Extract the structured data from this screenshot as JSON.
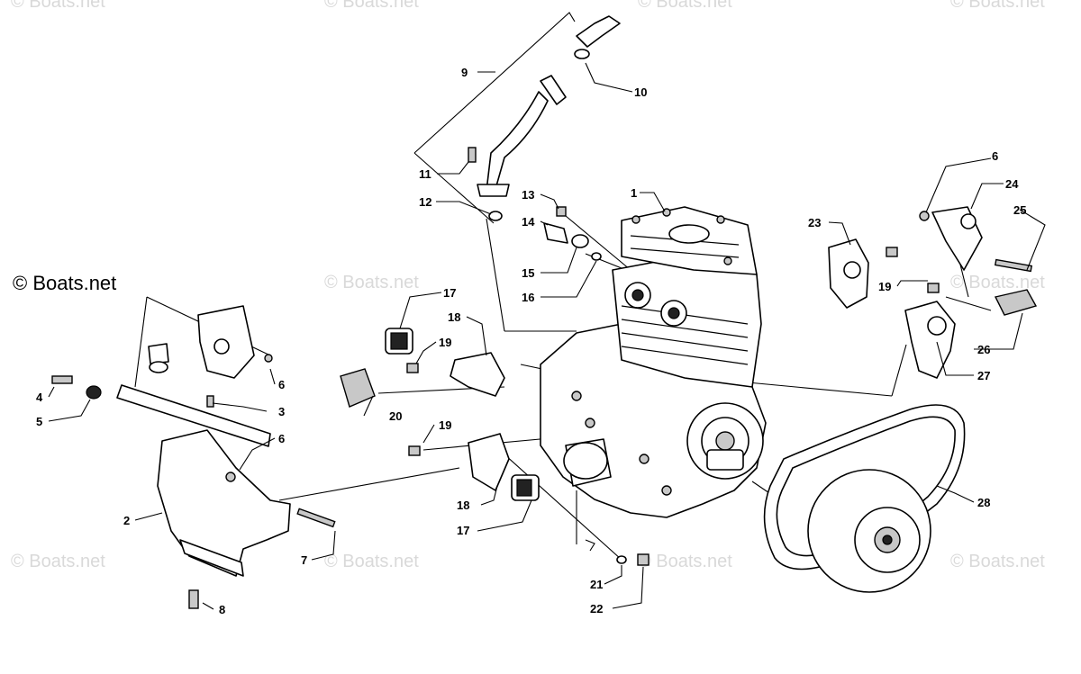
{
  "credit": "© Boats.net",
  "watermark": "© Boats.net",
  "callouts": [
    {
      "id": "c1",
      "label": "1"
    },
    {
      "id": "c2",
      "label": "2"
    },
    {
      "id": "c3",
      "label": "3"
    },
    {
      "id": "c4",
      "label": "4"
    },
    {
      "id": "c5",
      "label": "5"
    },
    {
      "id": "c6a",
      "label": "6"
    },
    {
      "id": "c6b",
      "label": "6"
    },
    {
      "id": "c6c",
      "label": "6"
    },
    {
      "id": "c7",
      "label": "7"
    },
    {
      "id": "c8",
      "label": "8"
    },
    {
      "id": "c9",
      "label": "9"
    },
    {
      "id": "c10",
      "label": "10"
    },
    {
      "id": "c11",
      "label": "11"
    },
    {
      "id": "c12",
      "label": "12"
    },
    {
      "id": "c13",
      "label": "13"
    },
    {
      "id": "c14",
      "label": "14"
    },
    {
      "id": "c15",
      "label": "15"
    },
    {
      "id": "c16",
      "label": "16"
    },
    {
      "id": "c17a",
      "label": "17"
    },
    {
      "id": "c17b",
      "label": "17"
    },
    {
      "id": "c18a",
      "label": "18"
    },
    {
      "id": "c18b",
      "label": "18"
    },
    {
      "id": "c19a",
      "label": "19"
    },
    {
      "id": "c19b",
      "label": "19"
    },
    {
      "id": "c19c",
      "label": "19"
    },
    {
      "id": "c20",
      "label": "20"
    },
    {
      "id": "c21",
      "label": "21"
    },
    {
      "id": "c22",
      "label": "22"
    },
    {
      "id": "c23",
      "label": "23"
    },
    {
      "id": "c24",
      "label": "24"
    },
    {
      "id": "c25",
      "label": "25"
    },
    {
      "id": "c26",
      "label": "26"
    },
    {
      "id": "c27",
      "label": "27"
    },
    {
      "id": "c28",
      "label": "28"
    }
  ]
}
